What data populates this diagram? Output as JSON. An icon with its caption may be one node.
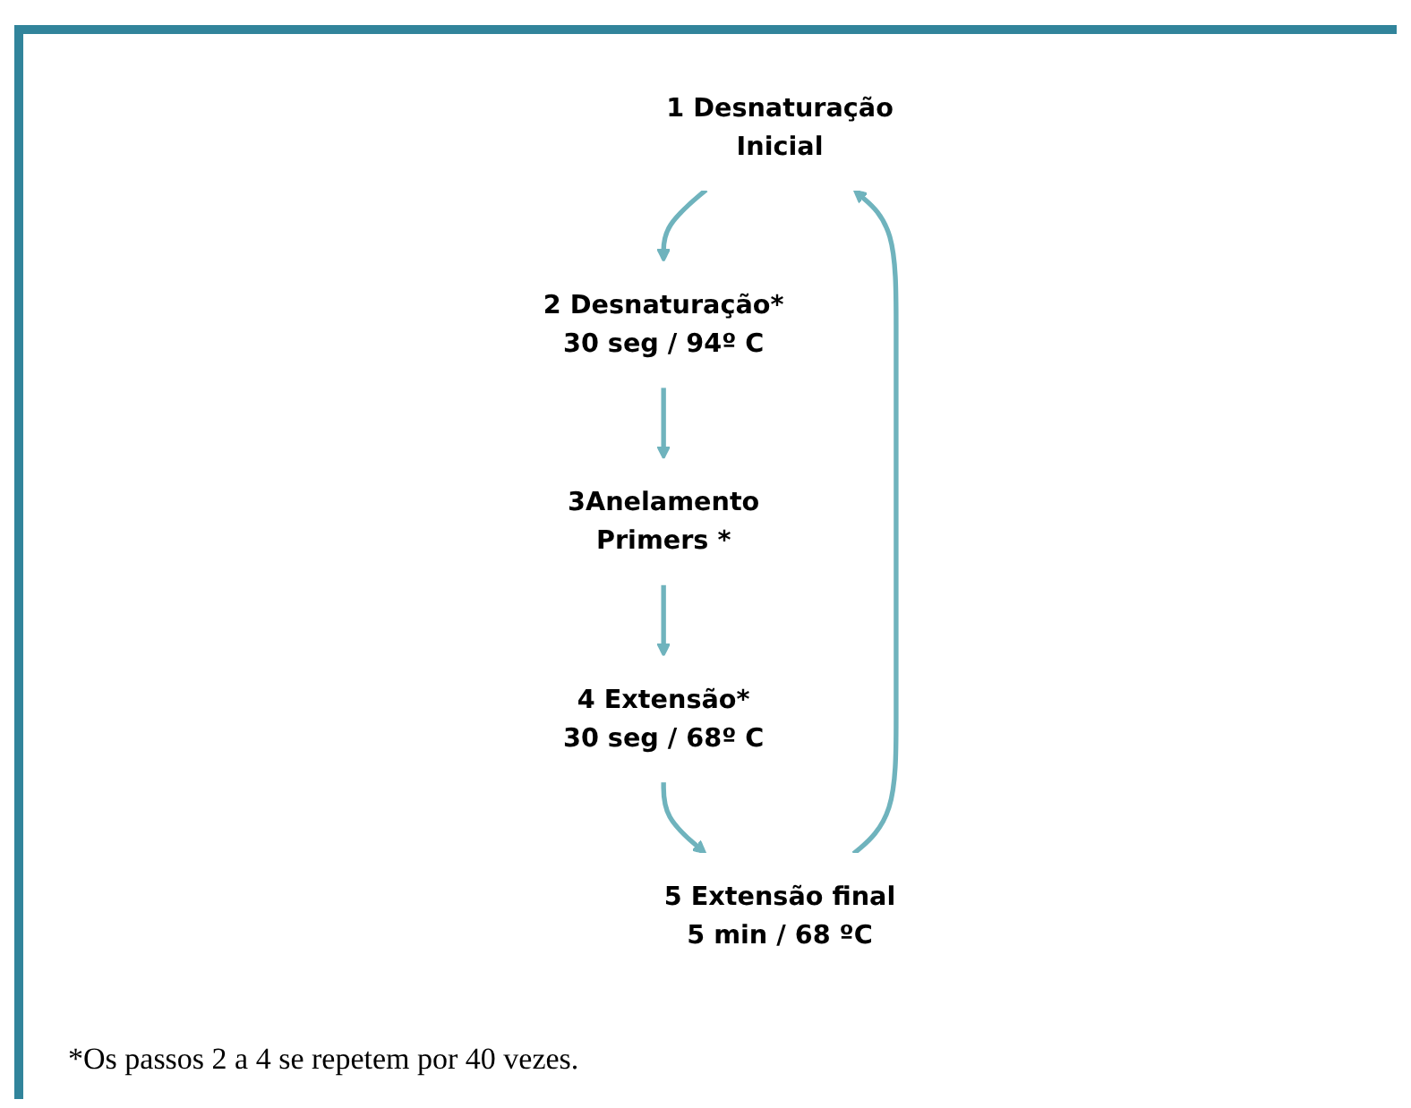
{
  "diagram": {
    "caption": "*Os passos 2 a 4 se repetem por 40 vezes.",
    "nodes": [
      {
        "text": [
          "1 Desnaturação",
          "Inicial"
        ]
      },
      {
        "text": [
          "2 Desnaturação*",
          "30 seg / 94º C"
        ]
      },
      {
        "text": [
          "3Anelamento",
          "Primers *"
        ]
      },
      {
        "text": [
          "4 Extensão*",
          "30 seg / 68º C"
        ]
      },
      {
        "text": [
          "5 Extensão final",
          "5 min / 68 ºC"
        ]
      }
    ],
    "edges": [
      {
        "from": 0,
        "to": 1,
        "arrow": "to"
      },
      {
        "from": 1,
        "to": 2,
        "arrow": "to"
      },
      {
        "from": 2,
        "to": 3,
        "arrow": "to"
      },
      {
        "from": 3,
        "to": 4,
        "arrow": "to"
      },
      {
        "from": 4,
        "to": 0,
        "arrow": "to"
      }
    ]
  }
}
